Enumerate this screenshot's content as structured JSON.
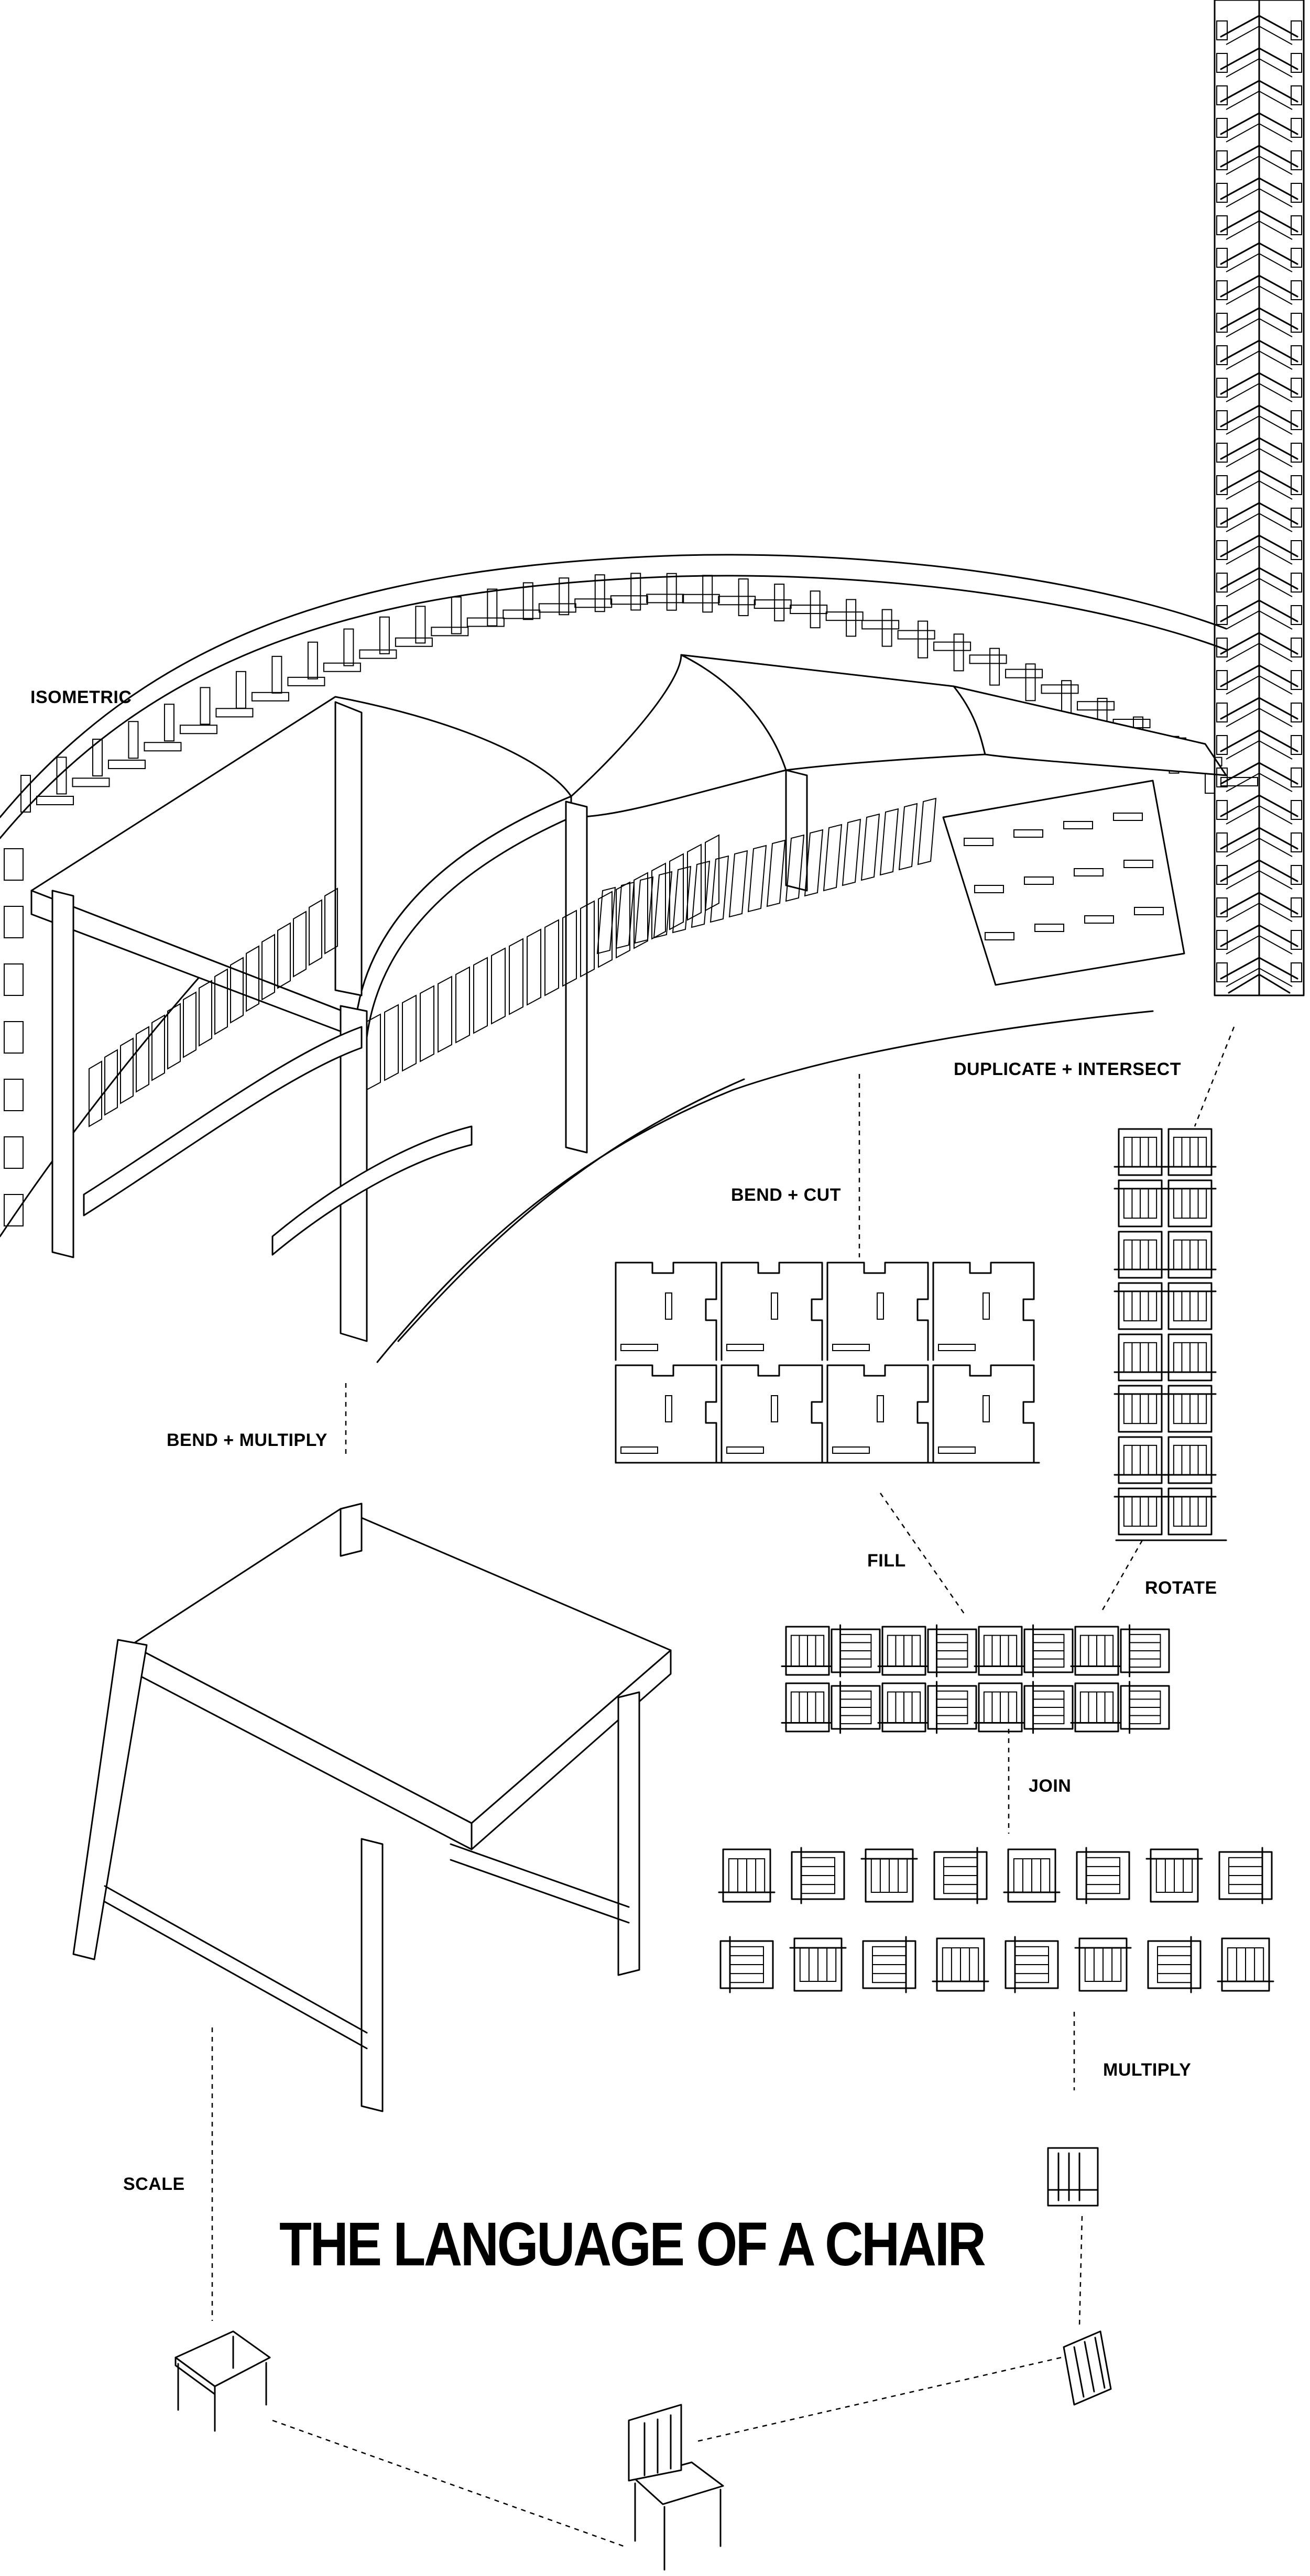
{
  "title": "THE LANGUAGE OF A CHAIR",
  "steps": {
    "isometric": "ISOMETRIC",
    "duplicate_intersect": "DUPLICATE + INTERSECT",
    "bend_cut": "BEND + CUT",
    "bend_multiply": "BEND + MULTIPLY",
    "fill": "FILL",
    "rotate": "ROTATE",
    "join": "JOIN",
    "multiply": "MULTIPLY",
    "scale": "SCALE"
  },
  "colors": {
    "ink": "#000000",
    "paper": "#ffffff"
  }
}
